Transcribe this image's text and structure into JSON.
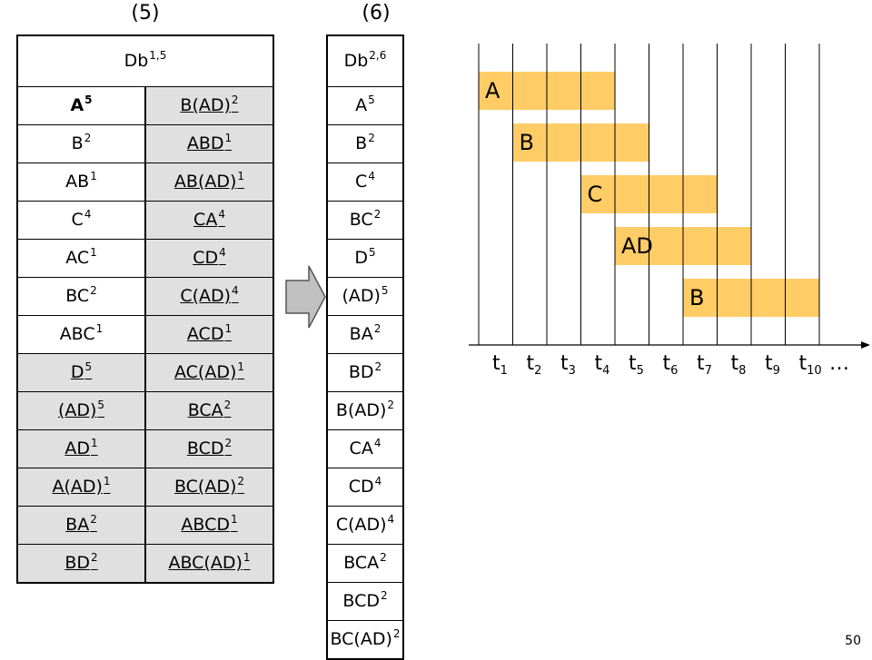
{
  "step5": {
    "label": "(5)",
    "header": {
      "base": "Db",
      "sup": "1,5"
    },
    "rows": [
      [
        {
          "base": "A",
          "sup": "5",
          "style": "bold"
        },
        {
          "base": "B(AD)",
          "sup": "2",
          "style": "shaded-underline"
        }
      ],
      [
        {
          "base": "B",
          "sup": "2",
          "style": ""
        },
        {
          "base": "ABD",
          "sup": "1",
          "style": "shaded-underline"
        }
      ],
      [
        {
          "base": "AB",
          "sup": "1",
          "style": ""
        },
        {
          "base": "AB(AD)",
          "sup": "1",
          "style": "shaded-underline"
        }
      ],
      [
        {
          "base": "C",
          "sup": "4",
          "style": ""
        },
        {
          "base": "CA",
          "sup": "4",
          "style": "shaded-underline"
        }
      ],
      [
        {
          "base": "AC",
          "sup": "1",
          "style": ""
        },
        {
          "base": "CD",
          "sup": "4",
          "style": "shaded-underline"
        }
      ],
      [
        {
          "base": "BC",
          "sup": "2",
          "style": ""
        },
        {
          "base": "C(AD)",
          "sup": "4",
          "style": "shaded-underline"
        }
      ],
      [
        {
          "base": "ABC",
          "sup": "1",
          "style": ""
        },
        {
          "base": "ACD",
          "sup": "1",
          "style": "shaded-underline"
        }
      ],
      [
        {
          "base": "D",
          "sup": "5",
          "style": "shaded-underline"
        },
        {
          "base": "AC(AD)",
          "sup": "1",
          "style": "shaded-underline"
        }
      ],
      [
        {
          "base": "(AD)",
          "sup": "5",
          "style": "shaded-underline"
        },
        {
          "base": "BCA",
          "sup": "2",
          "style": "shaded-underline"
        }
      ],
      [
        {
          "base": "AD",
          "sup": "1",
          "style": "shaded-underline"
        },
        {
          "base": "BCD",
          "sup": "2",
          "style": "shaded-underline"
        }
      ],
      [
        {
          "base": "A(AD)",
          "sup": "1",
          "style": "shaded-underline"
        },
        {
          "base": "BC(AD)",
          "sup": "2",
          "style": "shaded-underline"
        }
      ],
      [
        {
          "base": "BA",
          "sup": "2",
          "style": "shaded-underline"
        },
        {
          "base": "ABCD",
          "sup": "1",
          "style": "shaded-underline"
        }
      ],
      [
        {
          "base": "BD",
          "sup": "2",
          "style": "shaded-underline"
        },
        {
          "base": "ABC(AD)",
          "sup": "1",
          "style": "shaded-underline"
        }
      ]
    ]
  },
  "step6": {
    "label": "(6)",
    "header": {
      "base": "Db",
      "sup": "2,6"
    },
    "rows": [
      {
        "base": "A",
        "sup": "5"
      },
      {
        "base": "B",
        "sup": "2"
      },
      {
        "base": "C",
        "sup": "4"
      },
      {
        "base": "BC",
        "sup": "2"
      },
      {
        "base": "D",
        "sup": "5"
      },
      {
        "base": "(AD)",
        "sup": "5"
      },
      {
        "base": "BA",
        "sup": "2"
      },
      {
        "base": "BD",
        "sup": "2"
      },
      {
        "base": "B(AD)",
        "sup": "2"
      },
      {
        "base": "CA",
        "sup": "4"
      },
      {
        "base": "CD",
        "sup": "4"
      },
      {
        "base": "C(AD)",
        "sup": "4"
      },
      {
        "base": "BCA",
        "sup": "2"
      },
      {
        "base": "BCD",
        "sup": "2"
      },
      {
        "base": "BC(AD)",
        "sup": "2"
      }
    ]
  },
  "timeline": {
    "bar_color": "#ffcc66",
    "bars": [
      {
        "label": "A",
        "start": 1,
        "end": 5
      },
      {
        "label": "B",
        "start": 2,
        "end": 6
      },
      {
        "label": "C",
        "start": 4,
        "end": 8
      },
      {
        "label": "AD",
        "start": 5,
        "end": 9
      },
      {
        "label": "B",
        "start": 7,
        "end": 11
      }
    ],
    "ticks": [
      {
        "base": "t",
        "sub": "1"
      },
      {
        "base": "t",
        "sub": "2"
      },
      {
        "base": "t",
        "sub": "3"
      },
      {
        "base": "t",
        "sub": "4"
      },
      {
        "base": "t",
        "sub": "5"
      },
      {
        "base": "t",
        "sub": "6"
      },
      {
        "base": "t",
        "sub": "7"
      },
      {
        "base": "t",
        "sub": "8"
      },
      {
        "base": "t",
        "sub": "9"
      },
      {
        "base": "t",
        "sub": "10"
      }
    ],
    "ellipsis": "…"
  },
  "page_number": "50"
}
